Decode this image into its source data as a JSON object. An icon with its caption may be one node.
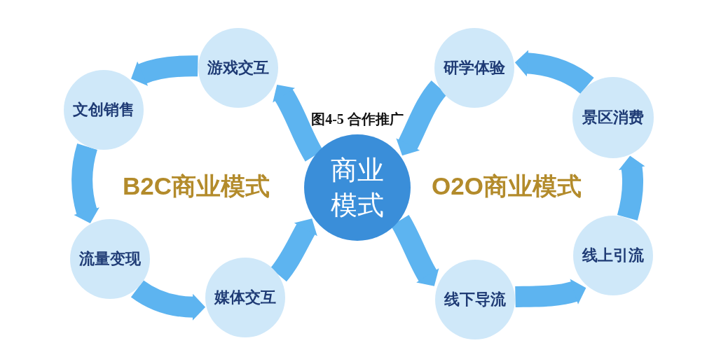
{
  "diagram": {
    "title": "图4-5 合作推广",
    "nodes": [
      {
        "text": [
          "游戏交互"
        ]
      },
      {
        "text": [
          "研学体验"
        ]
      },
      {
        "text": [
          "文创销售"
        ]
      },
      {
        "text": [
          "景区消费"
        ]
      },
      {
        "text": [
          "商业模式"
        ]
      },
      {
        "text": [
          "流量变现"
        ]
      },
      {
        "text": [
          "线上引流"
        ]
      },
      {
        "text": [
          "媒体交互"
        ]
      },
      {
        "text": [
          "线下导流"
        ]
      }
    ],
    "edges": [
      {
        "from": 4,
        "to": 0,
        "arrow": "to"
      },
      {
        "from": 0,
        "to": 2,
        "arrow": "to"
      },
      {
        "from": 2,
        "to": 5,
        "arrow": "to"
      },
      {
        "from": 5,
        "to": 7,
        "arrow": "to"
      },
      {
        "from": 7,
        "to": 4,
        "arrow": "to"
      },
      {
        "from": 4,
        "to": 8,
        "arrow": "to"
      },
      {
        "from": 8,
        "to": 6,
        "arrow": "to"
      },
      {
        "from": 6,
        "to": 3,
        "arrow": "to"
      },
      {
        "from": 3,
        "to": 1,
        "arrow": "to"
      },
      {
        "from": 1,
        "to": 4,
        "arrow": "to"
      }
    ],
    "labels": [
      "B2C商业模式",
      "O2O商业模式"
    ]
  }
}
